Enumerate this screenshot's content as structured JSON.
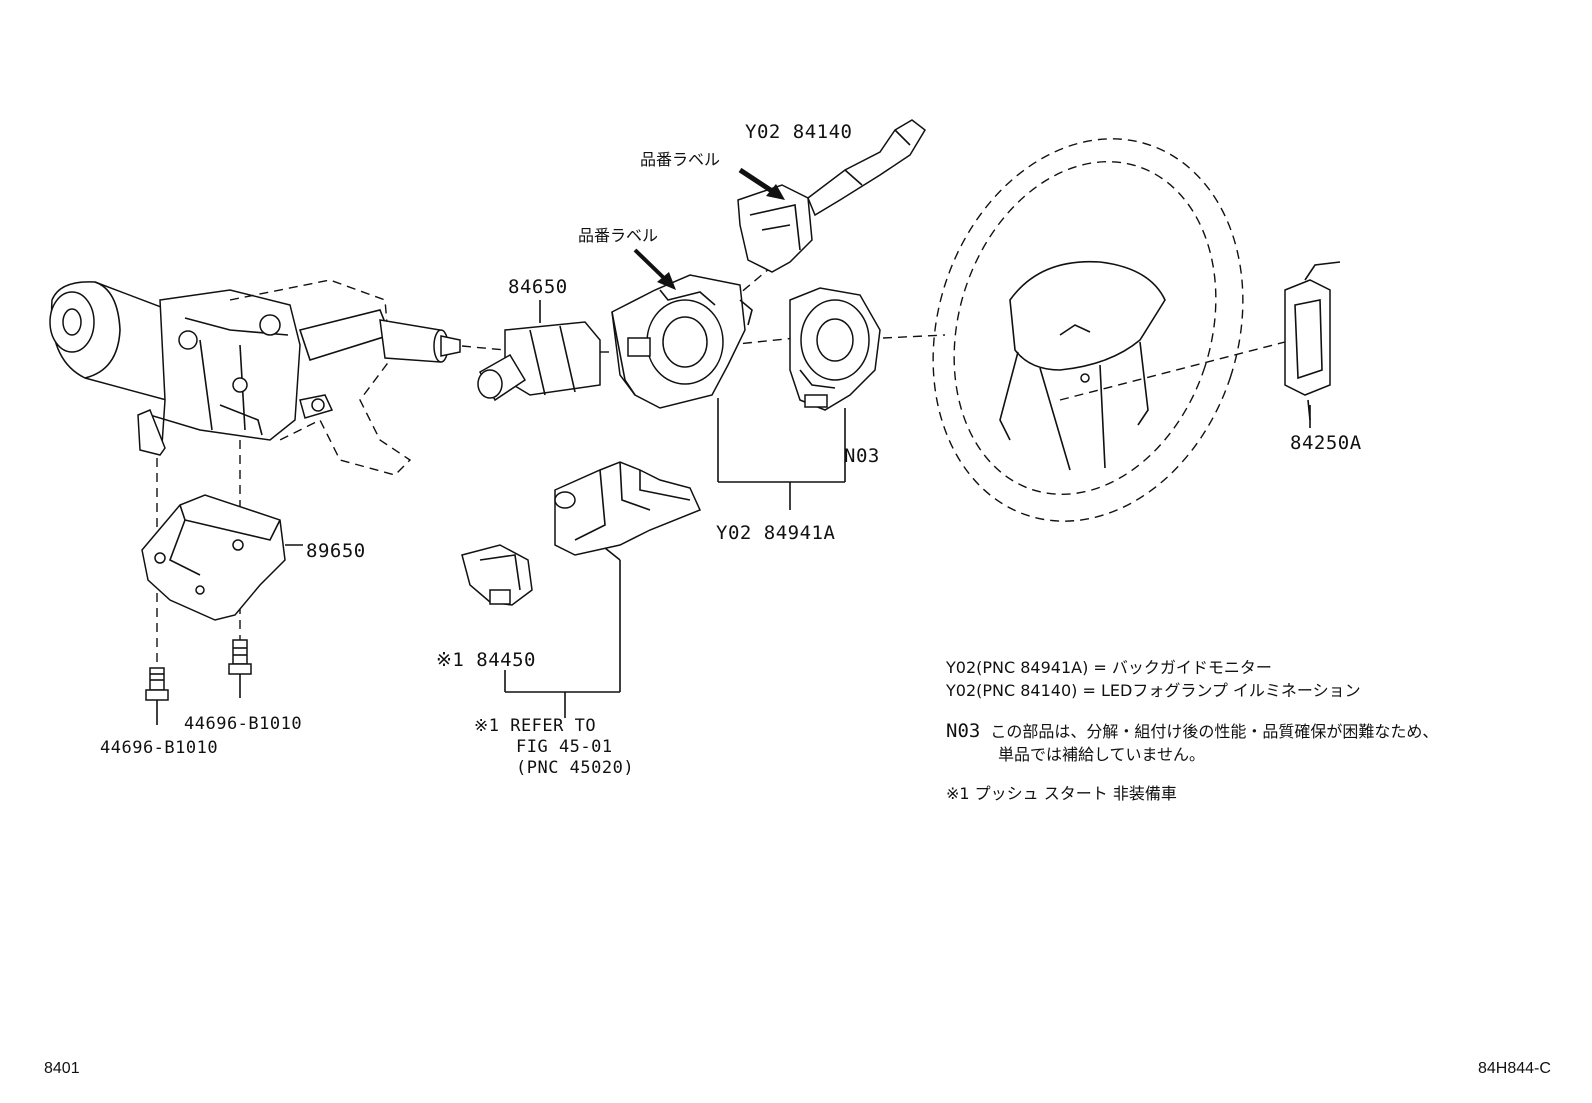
{
  "labels": {
    "y02_84140": "Y02 84140",
    "label_tag_1": "品番ラベル",
    "label_tag_2": "品番ラベル",
    "p84650": "84650",
    "n03": "N03",
    "y02_84941a": "Y02 84941A",
    "p84250a": "84250A",
    "p89650": "89650",
    "p84450": "※1 84450",
    "bolt_right": "44696-B1010",
    "bolt_left": "44696-B1010",
    "refer_line1": "※1 REFER TO",
    "refer_line2": "FIG 45-01",
    "refer_line3": "(PNC 45020)"
  },
  "notes": {
    "y02_a": "Y02(PNC 84941A) = バックガイドモニター",
    "y02_b": "Y02(PNC 84140)  = LEDフォグランプ イルミネーション",
    "n03_code": "N03",
    "n03_line1": "この部品は、分解・組付け後の性能・品質確保が困難なため、",
    "n03_line2": "単品では補給していません。",
    "star1": "※1 プッシュ スタート 非装備車"
  },
  "footer": {
    "left": "8401",
    "right": "84H844-C"
  }
}
